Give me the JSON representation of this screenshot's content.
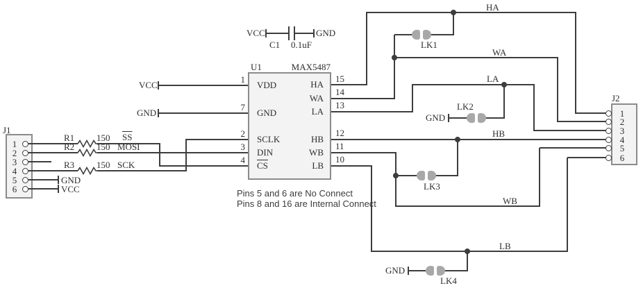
{
  "j1": {
    "ref": "J1",
    "pins": [
      "1",
      "2",
      "3",
      "4",
      "5",
      "6"
    ],
    "pin5_label": "GND",
    "pin6_label": "VCC"
  },
  "j2": {
    "ref": "J2",
    "pins": [
      "1",
      "2",
      "3",
      "4",
      "5",
      "6"
    ]
  },
  "u1": {
    "ref": "U1",
    "part": "MAX5487",
    "power": {
      "vcc": "VCC",
      "gnd": "GND"
    },
    "pins_left": [
      {
        "num": "1",
        "name": "VDD"
      },
      {
        "num": "7",
        "name": "GND"
      },
      {
        "num": "2",
        "name": "SCLK"
      },
      {
        "num": "3",
        "name": "DIN"
      },
      {
        "num": "4",
        "name": "CS"
      }
    ],
    "pins_right": [
      {
        "num": "15",
        "name": "HA"
      },
      {
        "num": "14",
        "name": "WA"
      },
      {
        "num": "13",
        "name": "LA"
      },
      {
        "num": "12",
        "name": "HB"
      },
      {
        "num": "11",
        "name": "WB"
      },
      {
        "num": "10",
        "name": "LB"
      }
    ]
  },
  "resistors": [
    {
      "ref": "R1",
      "value": "150",
      "signal": "SS"
    },
    {
      "ref": "R2",
      "value": "150",
      "signal": "MOSI"
    },
    {
      "ref": "R3",
      "value": "150",
      "signal": "SCK"
    }
  ],
  "c1": {
    "ref": "C1",
    "value": "0.1uF",
    "left_label": "VCC",
    "right_label": "GND"
  },
  "jumpers": {
    "lk1": "LK1",
    "lk2": "LK2",
    "lk3": "LK3",
    "lk4": "LK4",
    "lk2_gnd": "GND",
    "lk4_gnd": "GND"
  },
  "nets": {
    "ha": "HA",
    "wa": "WA",
    "la": "LA",
    "hb": "HB",
    "wb": "WB",
    "lb": "LB"
  },
  "notes": [
    "Pins 5 and 6 are No Connect",
    "Pins 8 and 16 are Internal Connect"
  ],
  "colors": {
    "wire": "#3d3d3d",
    "box_fill": "#f3f3f3",
    "box_border": "#8b8b8b",
    "jumper": "#a8a8a8",
    "text": "#2e2e2e"
  }
}
